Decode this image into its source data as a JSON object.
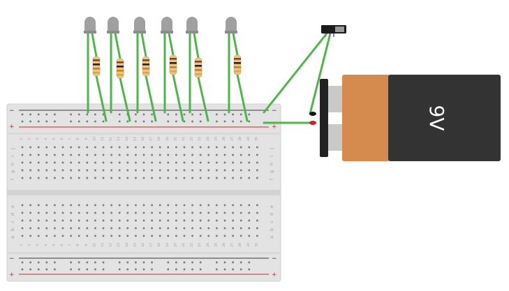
{
  "battery": {
    "label": "9V",
    "terminal_colors": {
      "negative": "#111111",
      "positive": "#cc2222"
    },
    "colors": {
      "top": "#d58a4e",
      "body": "#333333",
      "cap": "#222222"
    }
  },
  "breadboard": {
    "columns": [
      "1",
      "2",
      "3",
      "4",
      "5",
      "6",
      "7",
      "8",
      "9",
      "10",
      "11",
      "12",
      "13",
      "14",
      "15",
      "16",
      "17",
      "18",
      "19",
      "20",
      "21",
      "22",
      "23",
      "24",
      "25",
      "26",
      "27",
      "28",
      "29",
      "30"
    ],
    "rows_top": [
      "j",
      "i",
      "h",
      "g",
      "f"
    ],
    "rows_bottom": [
      "e",
      "d",
      "c",
      "b",
      "a"
    ],
    "rail_signs": {
      "negative": "−",
      "positive": "+"
    }
  },
  "switch": {
    "name": "slide-switch"
  },
  "leds": {
    "count": 6,
    "color": "#a0a0a0"
  },
  "resistors": {
    "count": 6,
    "bands": [
      "#8b4513",
      "#222222",
      "#e07b00",
      "#d4af37"
    ]
  },
  "wire_color": "#4cb648"
}
